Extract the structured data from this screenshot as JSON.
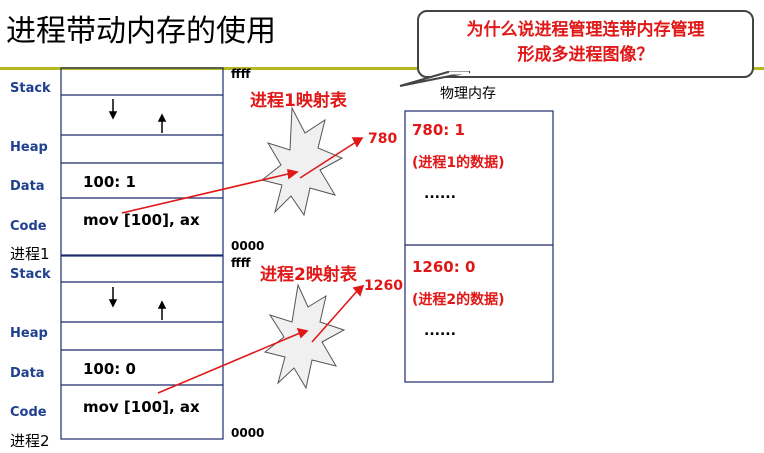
{
  "title": "进程带动内存的使用",
  "callout": {
    "line1": "为什么说进程管理连带内存管理",
    "line2": "形成多进程图像？"
  },
  "process1": {
    "label": "进程1",
    "segments": {
      "stack": "Stack",
      "heap": "Heap",
      "data": "Data",
      "code": "Code"
    },
    "data_value": "100:  1",
    "code_value": "mov [100], ax",
    "top_addr": "ffff",
    "bottom_addr": "0000",
    "map_title": "进程1映射表",
    "mapped_addr": "780"
  },
  "process2": {
    "label": "进程2",
    "segments": {
      "stack": "Stack",
      "heap": "Heap",
      "data": "Data",
      "code": "Code"
    },
    "data_value": "100:  0",
    "code_value": "mov [100], ax",
    "top_addr": "ffff",
    "bottom_addr": "0000",
    "map_title": "进程2映射表",
    "mapped_addr": "1260"
  },
  "physical_memory": {
    "title": "物理内存",
    "block1": {
      "value": "780:  1",
      "note": "(进程1的数据)",
      "ellipsis": "......"
    },
    "block2": {
      "value": "1260:  0",
      "note": "(进程2的数据)",
      "ellipsis": "......"
    }
  },
  "colors": {
    "accent_red": "#e01818",
    "label_blue": "#1f3f8f",
    "title_rule": "#b5b81e"
  }
}
